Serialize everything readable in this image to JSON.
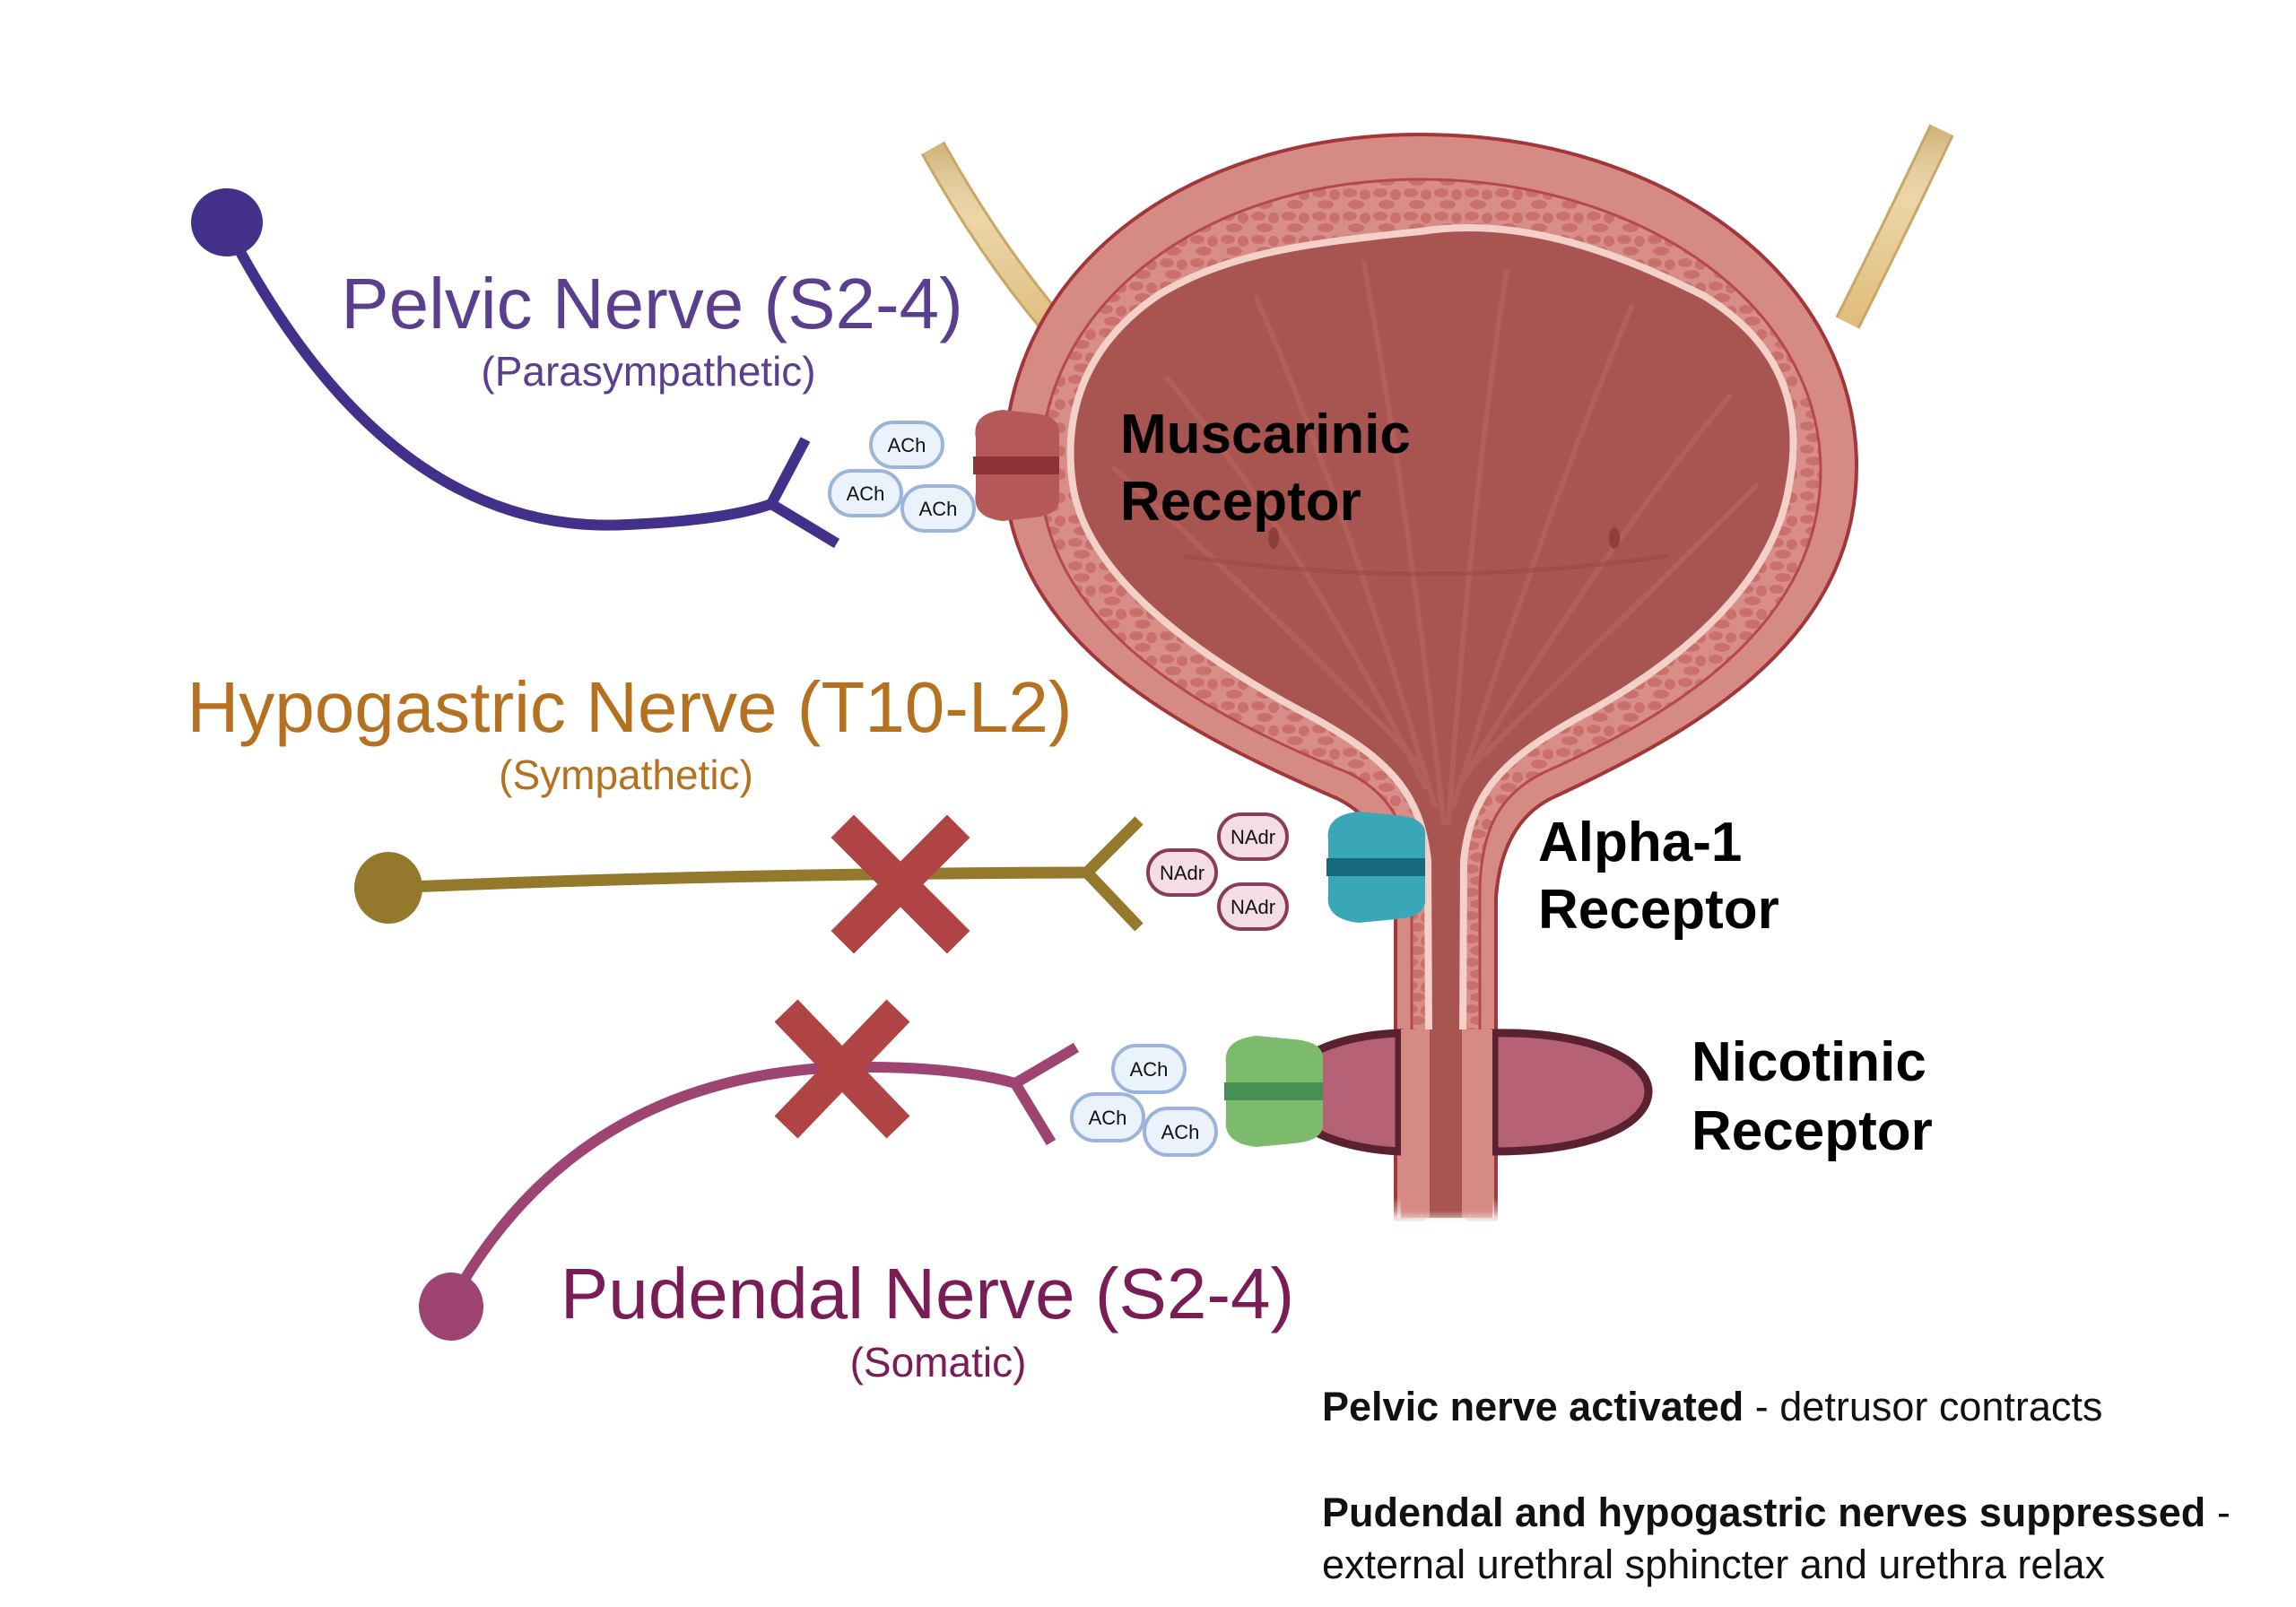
{
  "nerves": {
    "pelvic": {
      "title": "Pelvic Nerve (S2-4)",
      "subtitle": "(Parasympathetic)",
      "color": "#43308a",
      "text_color": "#5a3f8e",
      "state": "activated"
    },
    "hypogastric": {
      "title": "Hypogastric Nerve (T10-L2)",
      "subtitle": "(Sympathetic)",
      "color": "#94782c",
      "text_color": "#b5711f",
      "state": "suppressed"
    },
    "pudendal": {
      "title": "Pudendal Nerve (S2-4)",
      "subtitle": "(Somatic)",
      "color": "#9d4472",
      "text_color": "#7a1c55",
      "state": "suppressed"
    }
  },
  "neurotransmitters": {
    "pelvic": [
      "ACh",
      "ACh",
      "ACh"
    ],
    "hypogastric": [
      "NAdr",
      "NAdr",
      "NAdr"
    ],
    "pudendal": [
      "ACh",
      "ACh",
      "ACh"
    ]
  },
  "receptors": {
    "muscarinic": {
      "line1": "Muscarinic",
      "line2": "Receptor",
      "color": "#b5585a"
    },
    "alpha1": {
      "line1": "Alpha-1",
      "line2": "Receptor",
      "color": "#3aa7b9"
    },
    "nicotinic": {
      "line1": "Nicotinic",
      "line2": "Receptor",
      "color": "#7bbb6b"
    }
  },
  "block_marker": {
    "symbol": "X",
    "color": "#b04444"
  },
  "notes": [
    {
      "bold": "Pelvic nerve activated",
      "text": " - detrusor contracts"
    },
    {
      "bold": "Pudendal and hypogastric nerves suppressed",
      "text": " - external urethral sphincter and urethra relax"
    }
  ]
}
